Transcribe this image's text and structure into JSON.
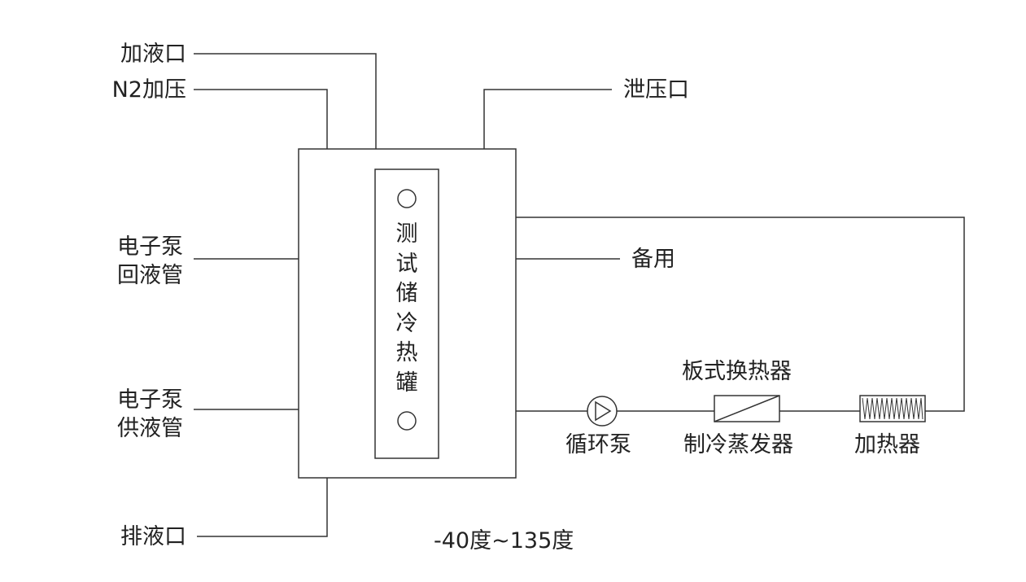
{
  "diagram": {
    "type": "flow-diagram",
    "tank": {
      "label_chars": [
        "测",
        "试",
        "储",
        "冷",
        "热",
        "罐"
      ]
    },
    "ports": {
      "fill_port": "加液口",
      "n2_pressure": "N2加压",
      "relief_port": "泄压口",
      "return_pipe_line1": "电子泵",
      "return_pipe_line2": "回液管",
      "spare": "备用",
      "supply_pipe_line1": "电子泵",
      "supply_pipe_line2": "供液管",
      "drain_port": "排液口"
    },
    "components": {
      "pump": "循环泵",
      "plate_hx": "板式换热器",
      "evaporator": "制冷蒸发器",
      "heater": "加热器"
    },
    "temperature_range": "-40度~135度"
  }
}
